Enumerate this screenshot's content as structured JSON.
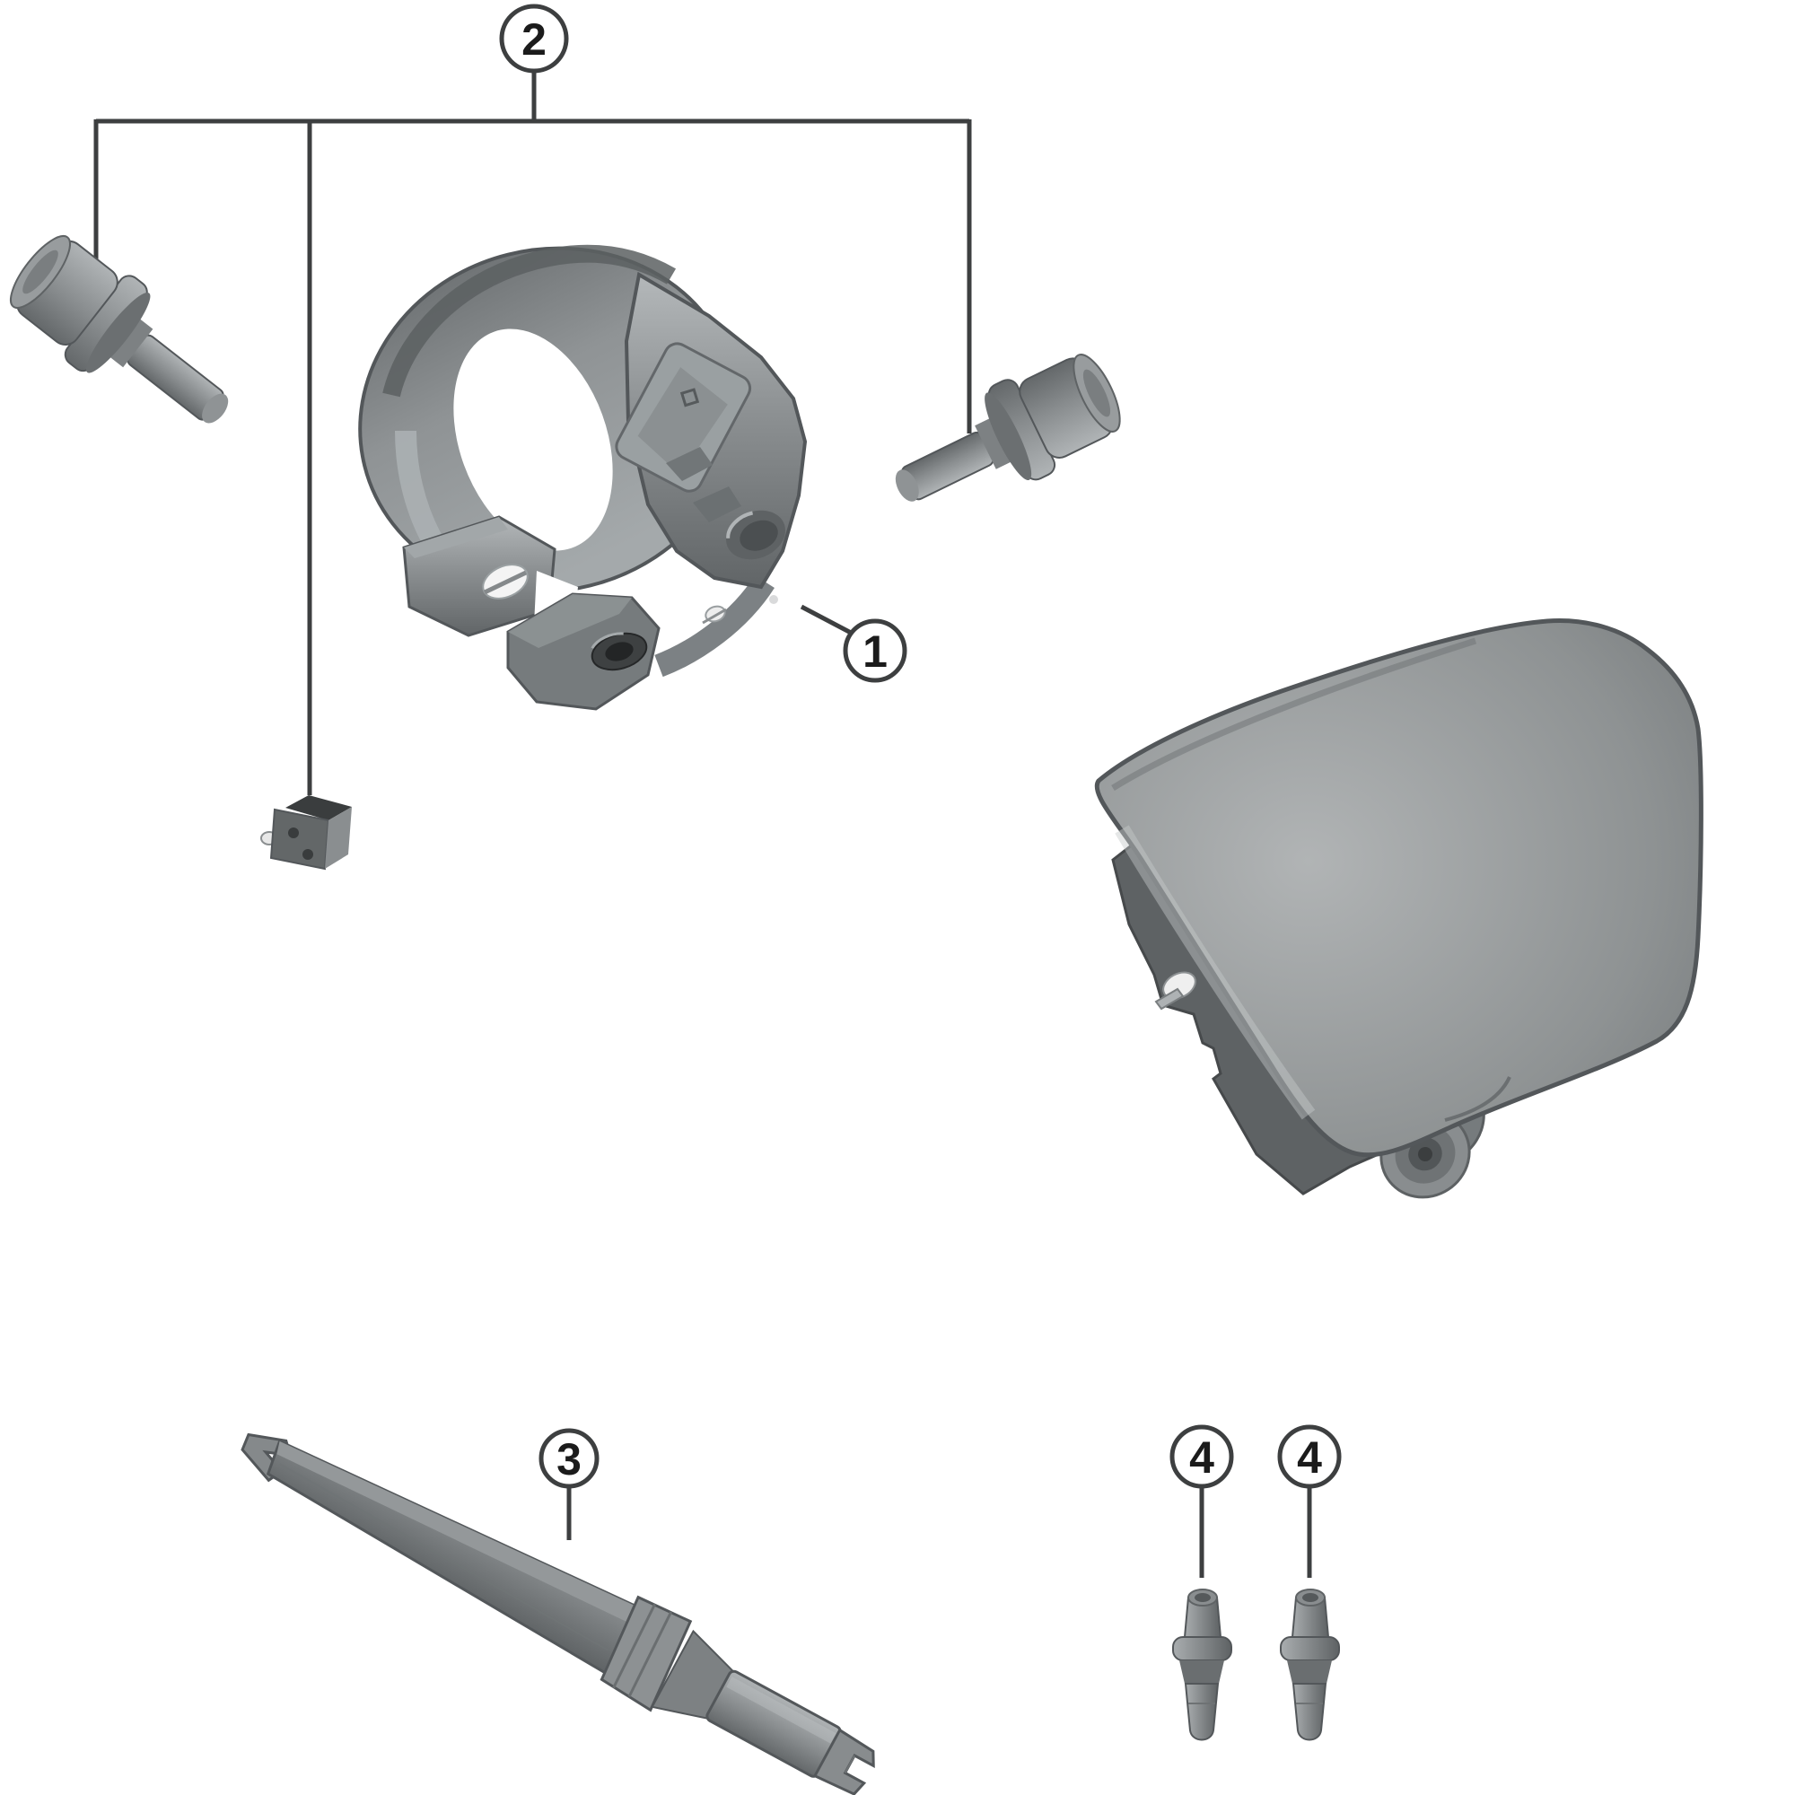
{
  "figure": {
    "background": "#ffffff",
    "callout_line_color": "#3d3f40",
    "leader_line_color": "#9398 9a",
    "edge_color": "#53575a",
    "part_gray": "#8b9092",
    "part_gray_light": "#b4b8ba",
    "part_gray_dark": "#5e6264",
    "label_color": "#1b1b1b"
  },
  "callouts": {
    "c1": {
      "label": "1"
    },
    "c2": {
      "label": "2"
    },
    "c3": {
      "label": "3"
    },
    "c4a": {
      "label": "4"
    },
    "c4b": {
      "label": "4"
    }
  }
}
